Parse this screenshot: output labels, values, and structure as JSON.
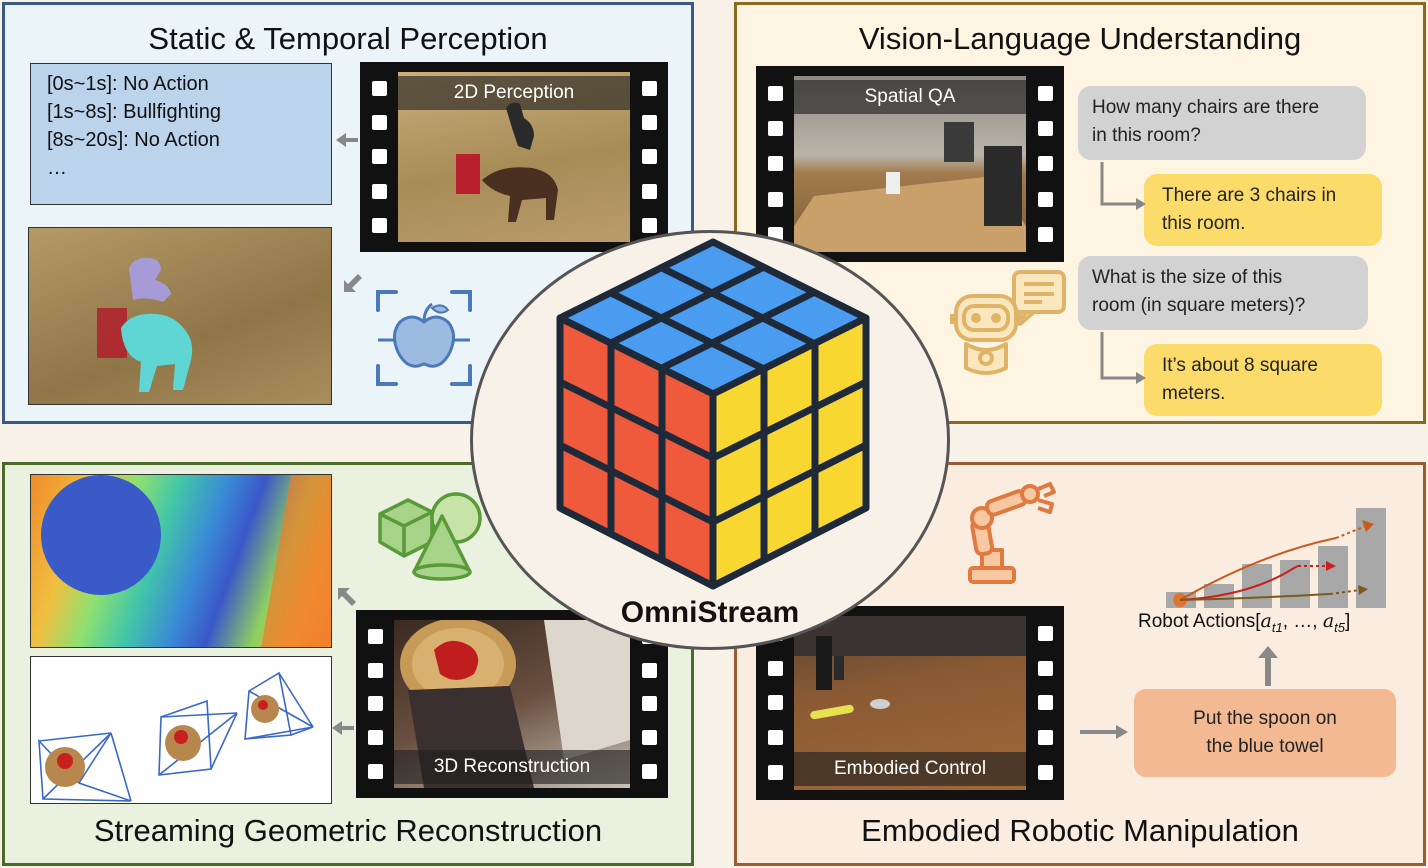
{
  "panels": {
    "static_temporal": {
      "title": "Static & Temporal Perception",
      "actions": [
        "[0s~1s]: No Action",
        "[1s~8s]: Bullfighting",
        "[8s~20s]: No Action",
        "…"
      ],
      "frame_label": "2D Perception"
    },
    "vision_language": {
      "title": "Vision-Language Understanding",
      "frame_label": "Spatial QA",
      "qa": [
        {
          "q_line1": "How many chairs are there",
          "q_line2": "in this room?",
          "a_line1": "There are 3 chairs in",
          "a_line2": "this room."
        },
        {
          "q_line1": "What is the size of this",
          "q_line2": "room (in square meters)?",
          "a_line1": "It’s about 8 square",
          "a_line2": "meters."
        }
      ]
    },
    "geometric": {
      "title": "Streaming Geometric Reconstruction",
      "frame_label": "3D Reconstruction"
    },
    "robotic": {
      "title": "Embodied Robotic Manipulation",
      "frame_label": "Embodied Control",
      "instruction_line1": "Put the spoon on",
      "instruction_line2": "the blue towel",
      "robot_actions_label": "Robot Actions[",
      "robot_actions_formula": "a",
      "robot_actions_t1": "t1",
      "robot_actions_mid": ", …, ",
      "robot_actions_t5": "t5",
      "robot_actions_end": "]"
    }
  },
  "center": {
    "brand": "OmniStream"
  },
  "colors": {
    "cube_top": "#4a9cf0",
    "cube_left": "#f05a3c",
    "cube_right": "#f8d830",
    "bubble_q": "#d2d2d2",
    "bubble_a": "#fbdc6a",
    "instruction": "#f3b993",
    "action_box": "#bcd3ec"
  }
}
